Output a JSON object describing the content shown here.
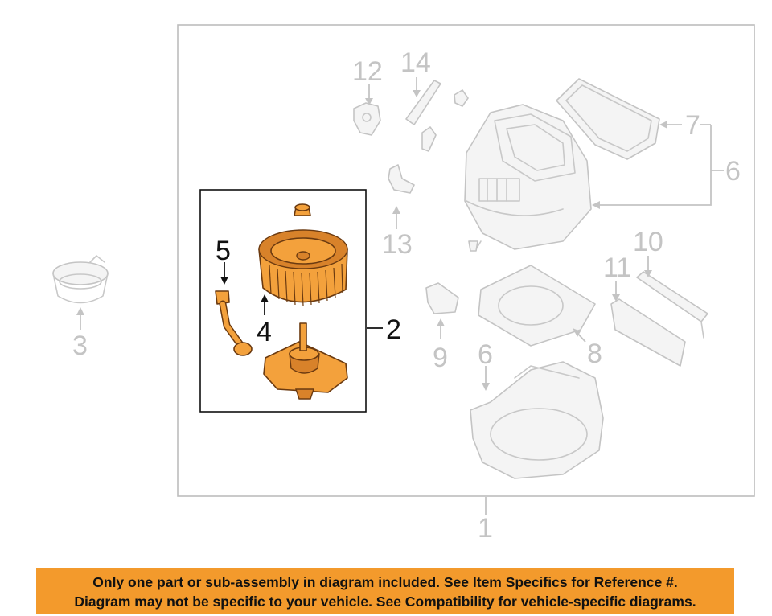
{
  "callouts": {
    "c1": "1",
    "c2": "2",
    "c3": "3",
    "c4": "4",
    "c5": "5",
    "c6a": "6",
    "c6b": "6",
    "c7": "7",
    "c8": "8",
    "c9": "9",
    "c10": "10",
    "c11": "11",
    "c12": "12",
    "c13": "13",
    "c14": "14"
  },
  "highlight_color": "#f3a13c",
  "notice": {
    "line1": "Only one part or sub-assembly in diagram included. See Item Specifics for Reference #.",
    "line2": "Diagram may not be specific to your vehicle. See Compatibility for vehicle-specific diagrams.",
    "background": "#f39a2c"
  }
}
